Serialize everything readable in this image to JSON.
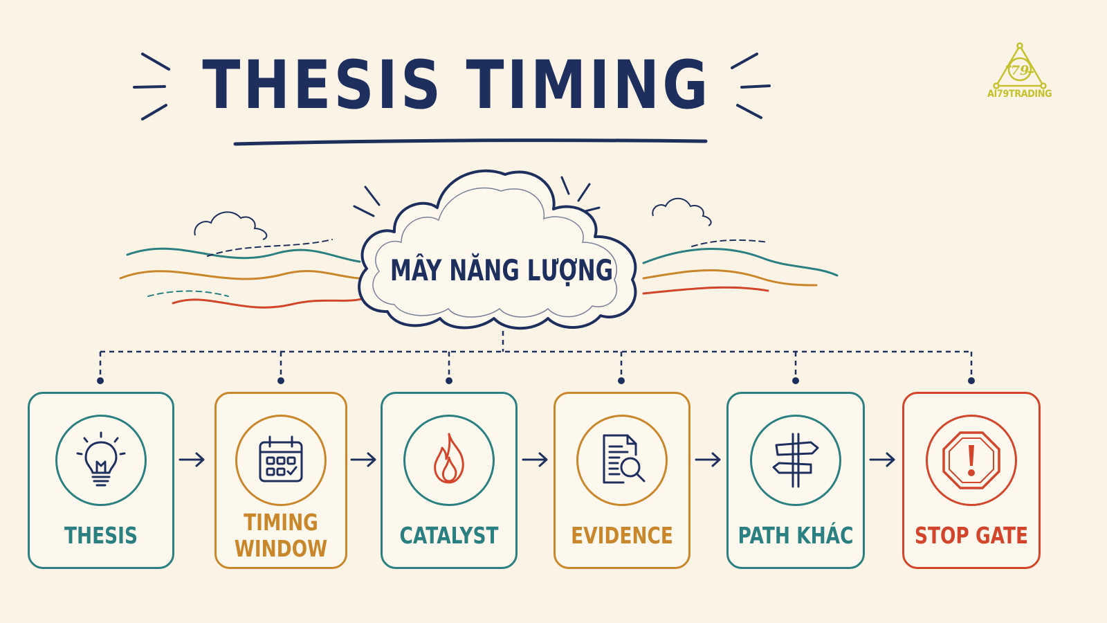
{
  "title": "THESIS TIMING",
  "center": {
    "label": "MÂY NĂNG LƯỢNG"
  },
  "logo": {
    "text": "AI79TRADING",
    "mark": "79"
  },
  "colors": {
    "navy": "#1e2f5e",
    "teal": "#2a7f80",
    "orange": "#c9862a",
    "red": "#d2452a",
    "background": "#fbf4e6",
    "logo": "#c5c02e"
  },
  "steps": [
    {
      "lines": [
        "THESIS"
      ],
      "icon": "lightbulb-icon",
      "color": "teal"
    },
    {
      "lines": [
        "TIMING",
        "WINDOW"
      ],
      "icon": "calendar-icon",
      "color": "orange"
    },
    {
      "lines": [
        "CATALYST"
      ],
      "icon": "flame-icon",
      "color": "teal"
    },
    {
      "lines": [
        "EVIDENCE"
      ],
      "icon": "document-search-icon",
      "color": "orange"
    },
    {
      "lines": [
        "PATH KHÁC"
      ],
      "icon": "signpost-icon",
      "color": "teal"
    },
    {
      "lines": [
        "STOP GATE"
      ],
      "icon": "stop-warning-icon",
      "color": "red"
    }
  ]
}
